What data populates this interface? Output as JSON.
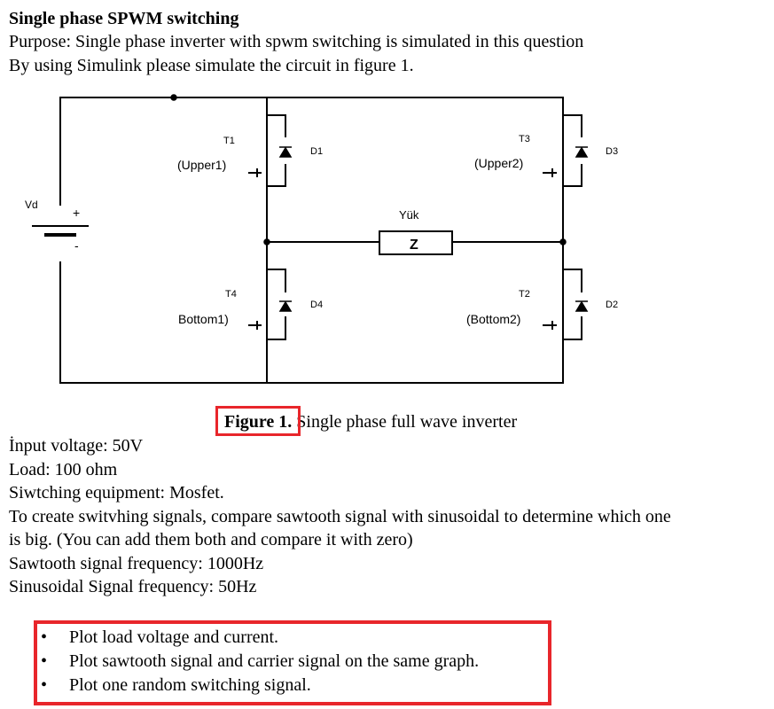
{
  "header": {
    "title": "Single phase SPWM switching",
    "purpose": "Purpose: Single phase inverter with spwm switching is simulated in this question",
    "instruction": "By using Simulink please simulate the circuit in figure 1."
  },
  "circuit": {
    "source": {
      "label": "Vd",
      "plus": "+",
      "minus": "-"
    },
    "load": {
      "label": "Yük",
      "symbol": "Z"
    },
    "switches": [
      {
        "name": "T1",
        "role": "(Upper1)",
        "diode": "D1"
      },
      {
        "name": "T3",
        "role": "(Upper2)",
        "diode": "D3"
      },
      {
        "name": "T4",
        "role": "Bottom1)",
        "diode": "D4"
      },
      {
        "name": "T2",
        "role": "(Bottom2)",
        "diode": "D2"
      }
    ]
  },
  "figure_caption": {
    "label": "Figure 1.",
    "text": " Single phase full wave inverter"
  },
  "specs": [
    "İnput voltage: 50V",
    "Load: 100 ohm",
    "Siwtching equipment: Mosfet.",
    "To create switvhing signals, compare sawtooth signal with sinusoidal to determine which one",
    "is big. (You can add them both and compare it with zero)",
    "Sawtooth signal frequency: 1000Hz",
    "Sinusoidal Signal frequency: 50Hz"
  ],
  "tasks": [
    "Plot load voltage and current.",
    "Plot sawtooth signal and carrier signal on the same graph.",
    "Plot one random switching signal."
  ],
  "colors": {
    "highlight": "#e8262b"
  }
}
